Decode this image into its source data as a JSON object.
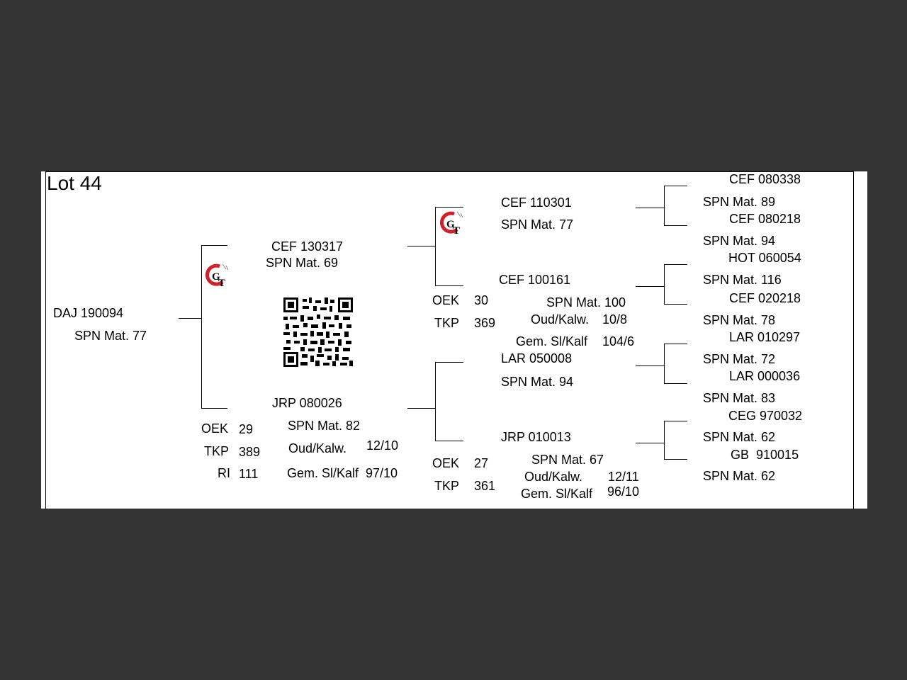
{
  "lot": "Lot 44",
  "subject": {
    "id": "DAJ 190094",
    "mat": "SPN Mat. 77"
  },
  "sire": {
    "id": "CEF 130317",
    "mat": "SPN Mat. 69"
  },
  "dam": {
    "id": "JRP 080026",
    "mat": "SPN Mat. 82",
    "oek_label": "OEK",
    "oek": "29",
    "tkp_label": "TKP",
    "tkp": "389",
    "ri_label": "RI",
    "ri": "111",
    "oud_label": "Oud/Kalw.",
    "oud": "12/10",
    "gem_label": "Gem. Sl/Kalf",
    "gem": "97/10"
  },
  "sire_sire": {
    "id": "CEF 110301",
    "mat": "SPN Mat. 77"
  },
  "sire_dam": {
    "id": "CEF 100161",
    "mat": "SPN Mat. 100",
    "oek_label": "OEK",
    "oek": "30",
    "tkp_label": "TKP",
    "tkp": "369",
    "oud_label": "Oud/Kalw.",
    "oud": "10/8",
    "gem_label": "Gem. Sl/Kalf",
    "gem": "104/6"
  },
  "dam_sire": {
    "id": "LAR 050008",
    "mat": "SPN Mat. 94"
  },
  "dam_dam": {
    "id": "JRP 010013",
    "mat": "SPN Mat. 67",
    "oek_label": "OEK",
    "oek": "27",
    "tkp_label": "TKP",
    "tkp": "361",
    "oud_label": "Oud/Kalw.",
    "oud": "12/11",
    "gem_label": "Gem. Sl/Kalf",
    "gem": "96/10"
  },
  "gen3": [
    {
      "id": "CEF 080338",
      "mat": "SPN Mat. 89"
    },
    {
      "id": "CEF 080218",
      "mat": "SPN Mat. 94"
    },
    {
      "id": "HOT 060054",
      "mat": "SPN Mat. 116"
    },
    {
      "id": "CEF 020218",
      "mat": "SPN Mat. 78"
    },
    {
      "id": "LAR 010297",
      "mat": "SPN Mat. 72"
    },
    {
      "id": "LAR 000036",
      "mat": "SPN Mat. 83"
    },
    {
      "id": "CEG 970032",
      "mat": "SPN Mat. 62"
    },
    {
      "id": "GB  910015",
      "mat": "SPN Mat. 62"
    }
  ],
  "logo": {
    "text": "GT",
    "color": "#d0202a"
  },
  "icons": {
    "logo": "gt-logo-icon",
    "qr": "qr-code-icon"
  }
}
